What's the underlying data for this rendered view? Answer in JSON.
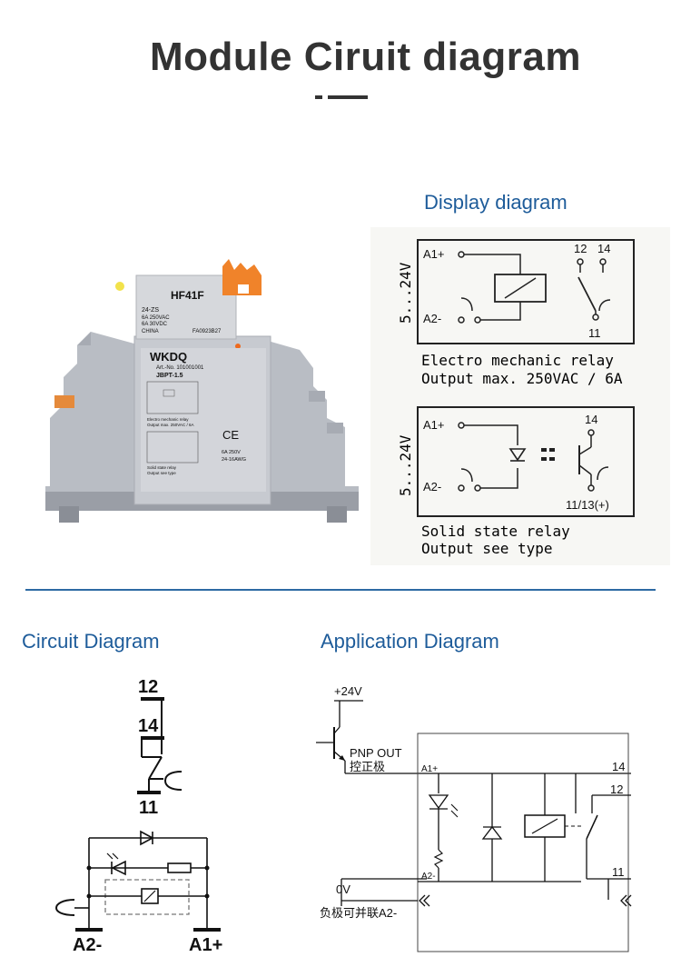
{
  "page": {
    "title": "Module Ciruit diagram",
    "colors": {
      "title": "#333333",
      "section_label": "#1e5c9a",
      "divider": "#2d6aa3"
    }
  },
  "sections": {
    "display": "Display diagram",
    "circuit": "Circuit Diagram",
    "application": "Application Diagram"
  },
  "product": {
    "relay_model": "HF41F",
    "relay_code": "24-ZS",
    "relay_rating_1": "6A 250VAC",
    "relay_rating_2": "6A 30VDC",
    "relay_origin": "CHINA",
    "relay_serial": "FA0923B27",
    "brand": "WKDQ",
    "art_no": "Art.-No. 101001001",
    "model": "JBPT-1.5",
    "em_label_1": "Electro mechanic relay",
    "em_label_2": "Output max. 250VAC / 6A",
    "ce_mark": "CE",
    "rating": "6A 250V",
    "wire": "24-16AWG",
    "ss_label_1": "Solid state relay",
    "ss_label_2": "Output see type"
  },
  "display_diagram": {
    "voltage": "5...24V",
    "a1": "A1+",
    "a2": "A2-",
    "t12": "12",
    "t14": "14",
    "t11": "11",
    "em_line1": "Electro mechanic relay",
    "em_line2": "Output max. 250VAC / 6A",
    "ss_t14": "14",
    "ss_t11": "11/13(+)",
    "ss_line1": "Solid state relay",
    "ss_line2": "Output see type"
  },
  "circuit_diagram": {
    "t12": "12",
    "t14": "14",
    "t11": "11",
    "a2": "A2-",
    "a1": "A1+"
  },
  "application_diagram": {
    "v24": "+24V",
    "pnp_out": "PNP OUT",
    "pos_cn": "控正极",
    "a1": "A1+",
    "a2": "A2-",
    "ov": "0V",
    "neg_cn": "负极可并联A2-",
    "t14": "14",
    "t12": "12",
    "t11": "11"
  }
}
